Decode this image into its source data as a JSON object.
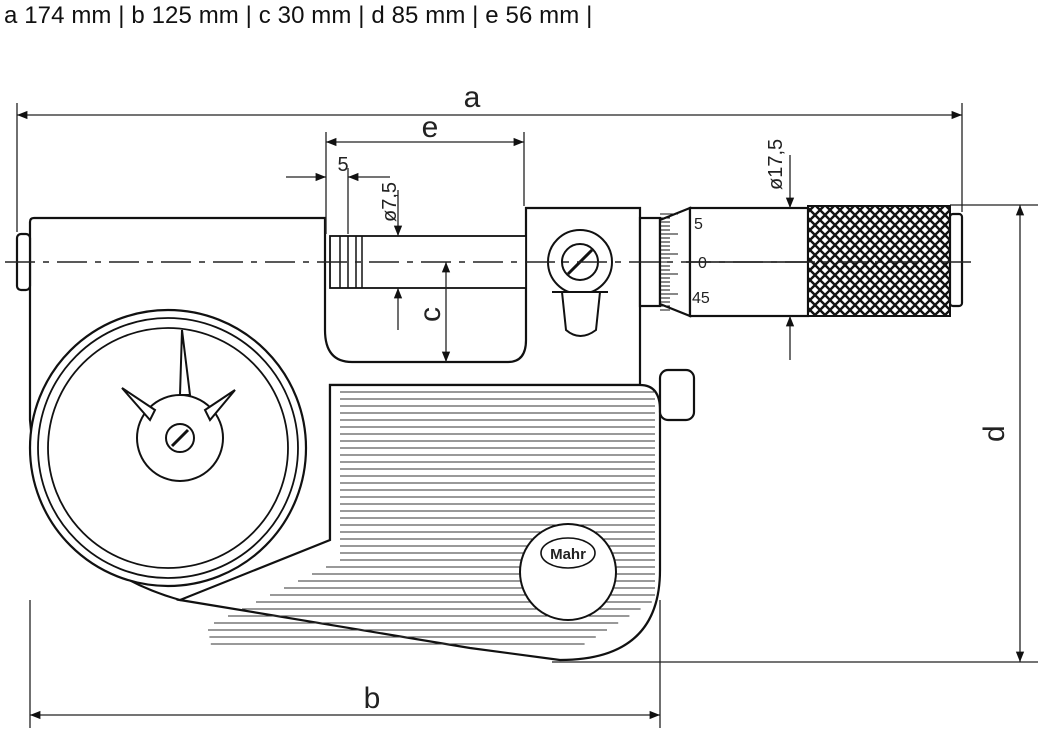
{
  "spec_text": "a 174 mm | b 125 mm | c 30 mm | d 85 mm | e 56 mm |",
  "labels": {
    "a": "a",
    "b": "b",
    "c": "c",
    "d": "d",
    "e": "e",
    "five": "5",
    "dia75": "ø7,5",
    "dia175": "ø17,5",
    "scale_5": "5",
    "scale_0": "0",
    "scale_45": "45",
    "brand": "Mahr"
  }
}
